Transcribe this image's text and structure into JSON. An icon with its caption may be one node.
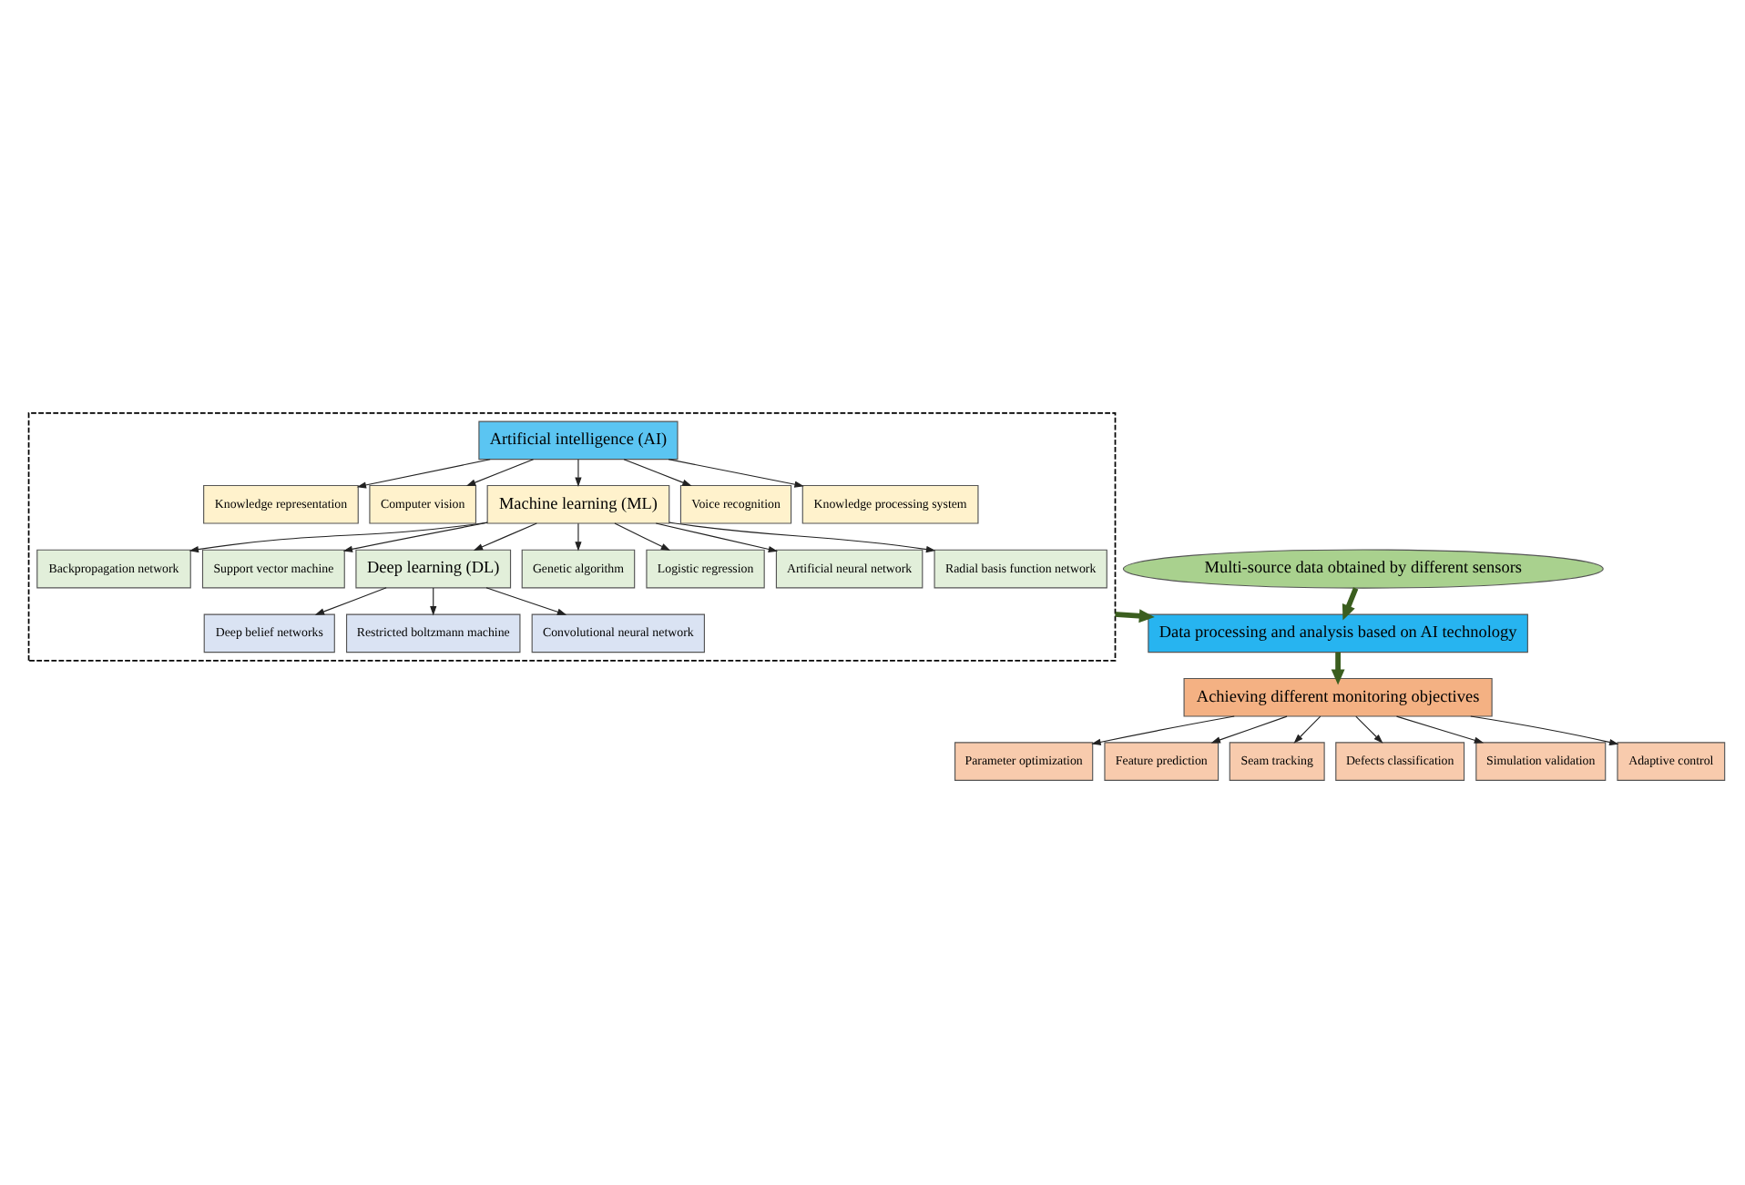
{
  "diagram": {
    "nodes": [
      {
        "text": [],
        "shape": "box"
      },
      {
        "text": [
          "Artificial intelligence (AI)"
        ],
        "in": 0
      },
      {
        "text": [
          "Knowledge representation"
        ],
        "in": 0
      },
      {
        "text": [
          "Computer vision"
        ],
        "in": 0
      },
      {
        "text": [
          "Machine learning (ML)"
        ],
        "in": 0
      },
      {
        "text": [
          "Voice recognition"
        ],
        "in": 0
      },
      {
        "text": [
          "Knowledge processing system"
        ],
        "in": 0
      },
      {
        "text": [
          "Backpropagation network"
        ],
        "in": 0
      },
      {
        "text": [
          "Support vector machine"
        ],
        "in": 0
      },
      {
        "text": [
          "Genetic algorithm"
        ],
        "in": 0
      },
      {
        "text": [
          "Deep learning (DL)"
        ],
        "in": 0
      },
      {
        "text": [
          "Logistic regression"
        ],
        "in": 0
      },
      {
        "text": [
          "Artificial neural network"
        ],
        "in": 0
      },
      {
        "text": [
          "Radial basis function network"
        ],
        "in": 0
      },
      {
        "text": [
          "Deep belief networks"
        ],
        "in": 0
      },
      {
        "text": [
          "Restricted boltzmann machine"
        ],
        "in": 0
      },
      {
        "text": [
          "Convolutional neural network"
        ],
        "in": 0
      },
      {
        "text": [
          "Multi-source data obtained by different sensors"
        ]
      },
      {
        "text": [
          "Data processing and analysis based on AI technology"
        ]
      },
      {
        "text": [
          "Achieving different monitoring objectives"
        ]
      },
      {
        "text": [
          "Parameter optimization"
        ]
      },
      {
        "text": [
          "Feature prediction"
        ]
      },
      {
        "text": [
          "Seam tracking"
        ]
      },
      {
        "text": [
          "Defects classification"
        ]
      },
      {
        "text": [
          "Simulation validation"
        ]
      },
      {
        "text": [
          "Adaptive control"
        ]
      }
    ],
    "edges": [
      {
        "from": 1,
        "to": 2,
        "arrow": "to"
      },
      {
        "from": 1,
        "to": 3,
        "arrow": "to"
      },
      {
        "from": 1,
        "to": 4,
        "arrow": "to"
      },
      {
        "from": 1,
        "to": 5,
        "arrow": "to"
      },
      {
        "from": 1,
        "to": 6,
        "arrow": "to"
      },
      {
        "from": 4,
        "to": 7,
        "arrow": "to"
      },
      {
        "from": 4,
        "to": 8,
        "arrow": "to"
      },
      {
        "from": 4,
        "to": 9,
        "arrow": "to"
      },
      {
        "from": 4,
        "to": 10,
        "arrow": "to"
      },
      {
        "from": 4,
        "to": 11,
        "arrow": "to"
      },
      {
        "from": 4,
        "to": 12,
        "arrow": "to"
      },
      {
        "from": 4,
        "to": 13,
        "arrow": "to"
      },
      {
        "from": 10,
        "to": 14,
        "arrow": "to"
      },
      {
        "from": 10,
        "to": 15,
        "arrow": "to"
      },
      {
        "from": 10,
        "to": 16,
        "arrow": "to"
      },
      {
        "from": 0,
        "to": 18,
        "arrow": "to",
        "style": "thick",
        "color": "#3b5e1f"
      },
      {
        "from": 17,
        "to": 18,
        "arrow": "to",
        "style": "thick",
        "color": "#3b5e1f"
      },
      {
        "from": 18,
        "to": 19,
        "arrow": "to",
        "style": "thick",
        "color": "#3b5e1f"
      },
      {
        "from": 19,
        "to": 20,
        "arrow": "to"
      },
      {
        "from": 19,
        "to": 21,
        "arrow": "to"
      },
      {
        "from": 19,
        "to": 22,
        "arrow": "to"
      },
      {
        "from": 19,
        "to": 23,
        "arrow": "to"
      },
      {
        "from": 19,
        "to": 24,
        "arrow": "to"
      },
      {
        "from": 19,
        "to": 25,
        "arrow": "to"
      }
    ]
  }
}
